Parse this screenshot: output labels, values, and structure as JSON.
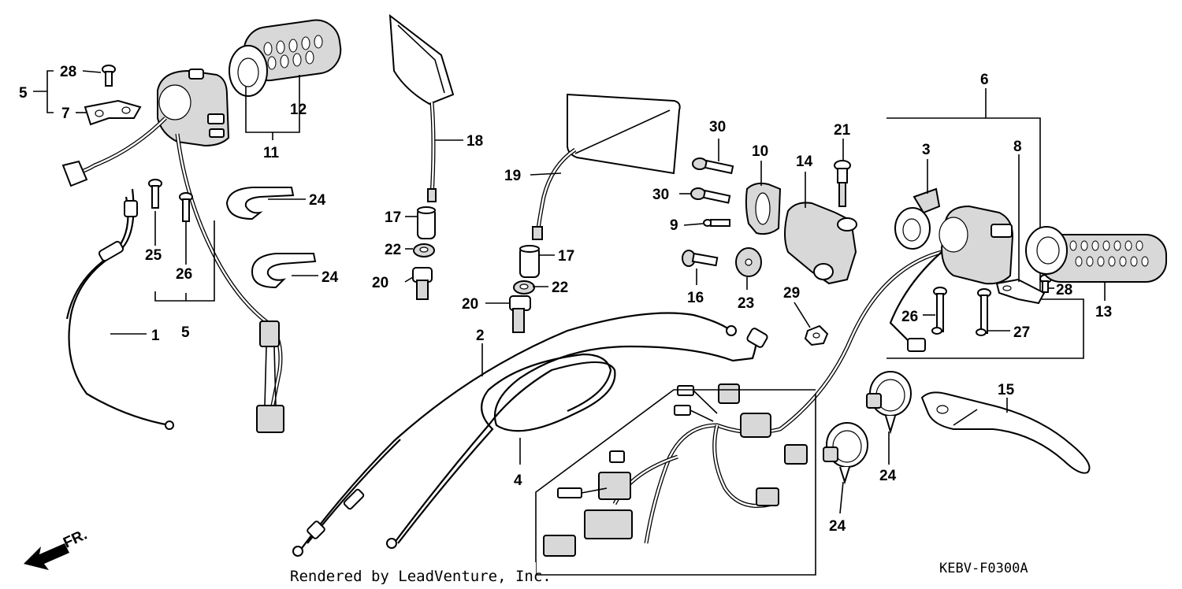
{
  "callouts": {
    "c1": "1",
    "c2": "2",
    "c3": "3",
    "c4": "4",
    "c5a": "5",
    "c5b": "5",
    "c6": "6",
    "c7": "7",
    "c8": "8",
    "c9": "9",
    "c10": "10",
    "c11": "11",
    "c12": "12",
    "c13": "13",
    "c14": "14",
    "c15": "15",
    "c16": "16",
    "c17a": "17",
    "c17b": "17",
    "c18": "18",
    "c19": "19",
    "c20a": "20",
    "c20b": "20",
    "c21": "21",
    "c22a": "22",
    "c22b": "22",
    "c23": "23",
    "c24a": "24",
    "c24b": "24",
    "c24c": "24",
    "c24d": "24",
    "c25": "25",
    "c26a": "26",
    "c26b": "26",
    "c27": "27",
    "c28a": "28",
    "c28b": "28",
    "c29": "29",
    "c30a": "30",
    "c30b": "30"
  },
  "footer": {
    "credit": "Rendered by LeadVenture, Inc.",
    "diagram_code": "KEBV-F0300A",
    "direction_label": "FR."
  }
}
